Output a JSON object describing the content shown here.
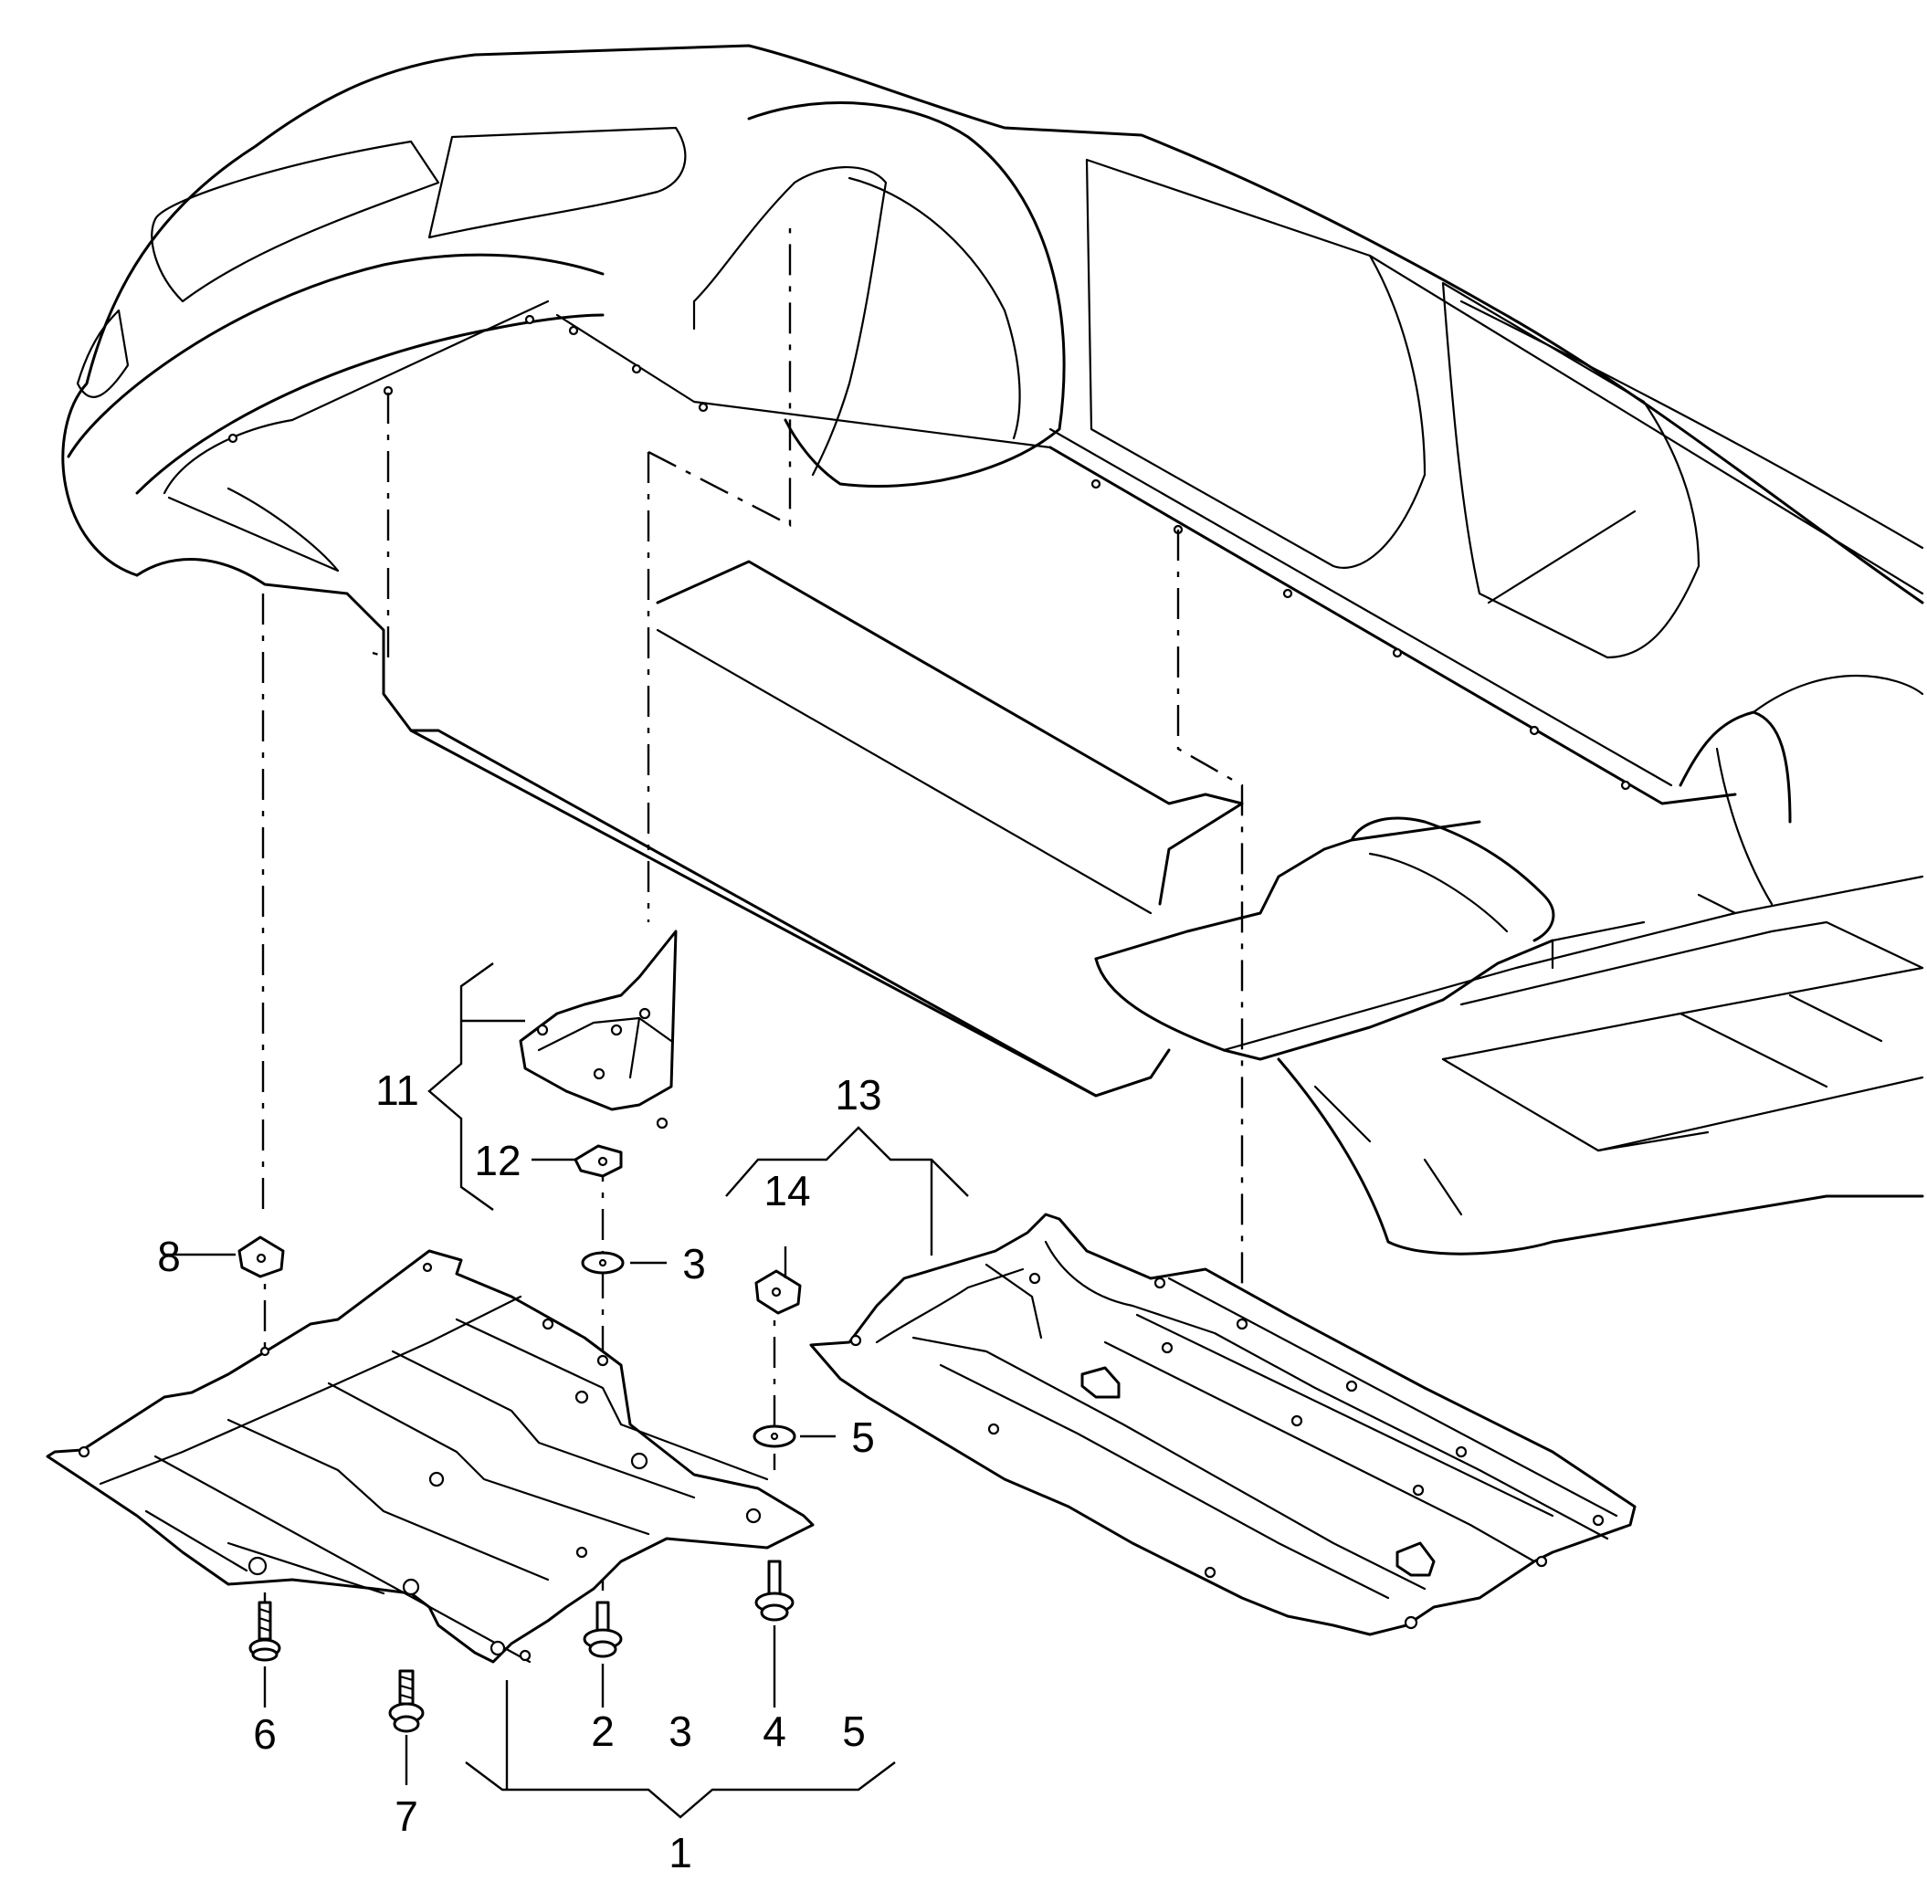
{
  "callouts": {
    "c1": "1",
    "c2": "2",
    "c3a": "3",
    "c3b": "3",
    "c4": "4",
    "c5a": "5",
    "c5b": "5",
    "c6": "6",
    "c7": "7",
    "c8": "8",
    "c11": "11",
    "c12": "12",
    "c13": "13",
    "c14": "14"
  }
}
